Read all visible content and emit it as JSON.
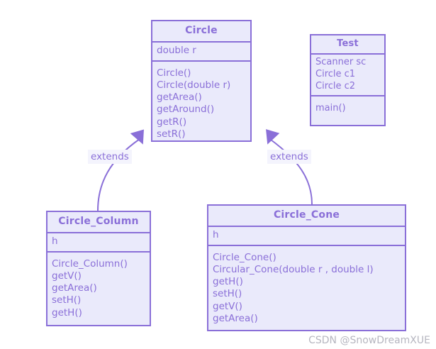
{
  "diagram": {
    "type": "uml-class-diagram",
    "colors": {
      "border": "#8a6fd8",
      "fill": "#eaeafb",
      "text": "#8a6fd8",
      "label_background": "#f4f4fd",
      "watermark": "#b6b6c0",
      "canvas": "#ffffff"
    },
    "classes": {
      "circle": {
        "name": "Circle",
        "attributes": [
          "double r"
        ],
        "methods": [
          "Circle()",
          "Circle(double r)",
          "getArea()",
          "getAround()",
          "getR()",
          "setR()"
        ]
      },
      "test": {
        "name": "Test",
        "attributes": [
          "Scanner sc",
          "Circle c1",
          "Circle c2"
        ],
        "methods": [
          "main()"
        ]
      },
      "circle_column": {
        "name": "Circle_Column",
        "attributes": [
          "h"
        ],
        "methods": [
          "Circle_Column()",
          "getV()",
          "getArea()",
          "setH()",
          "getH()"
        ]
      },
      "circle_cone": {
        "name": "Circle_Cone",
        "attributes": [
          "h"
        ],
        "methods": [
          "Circle_Cone()",
          "Circular_Cone(double r , double l)",
          "getH()",
          "setH()",
          "getV()",
          "getArea()"
        ]
      }
    },
    "relations": [
      {
        "id": "extends-left",
        "label": "extends",
        "from": "Circle_Column",
        "to": "Circle",
        "arrow": "inheritance"
      },
      {
        "id": "extends-right",
        "label": "extends",
        "from": "Circle_Cone",
        "to": "Circle",
        "arrow": "inheritance"
      }
    ]
  },
  "watermark": {
    "text": "CSDN @SnowDreamXUE"
  }
}
